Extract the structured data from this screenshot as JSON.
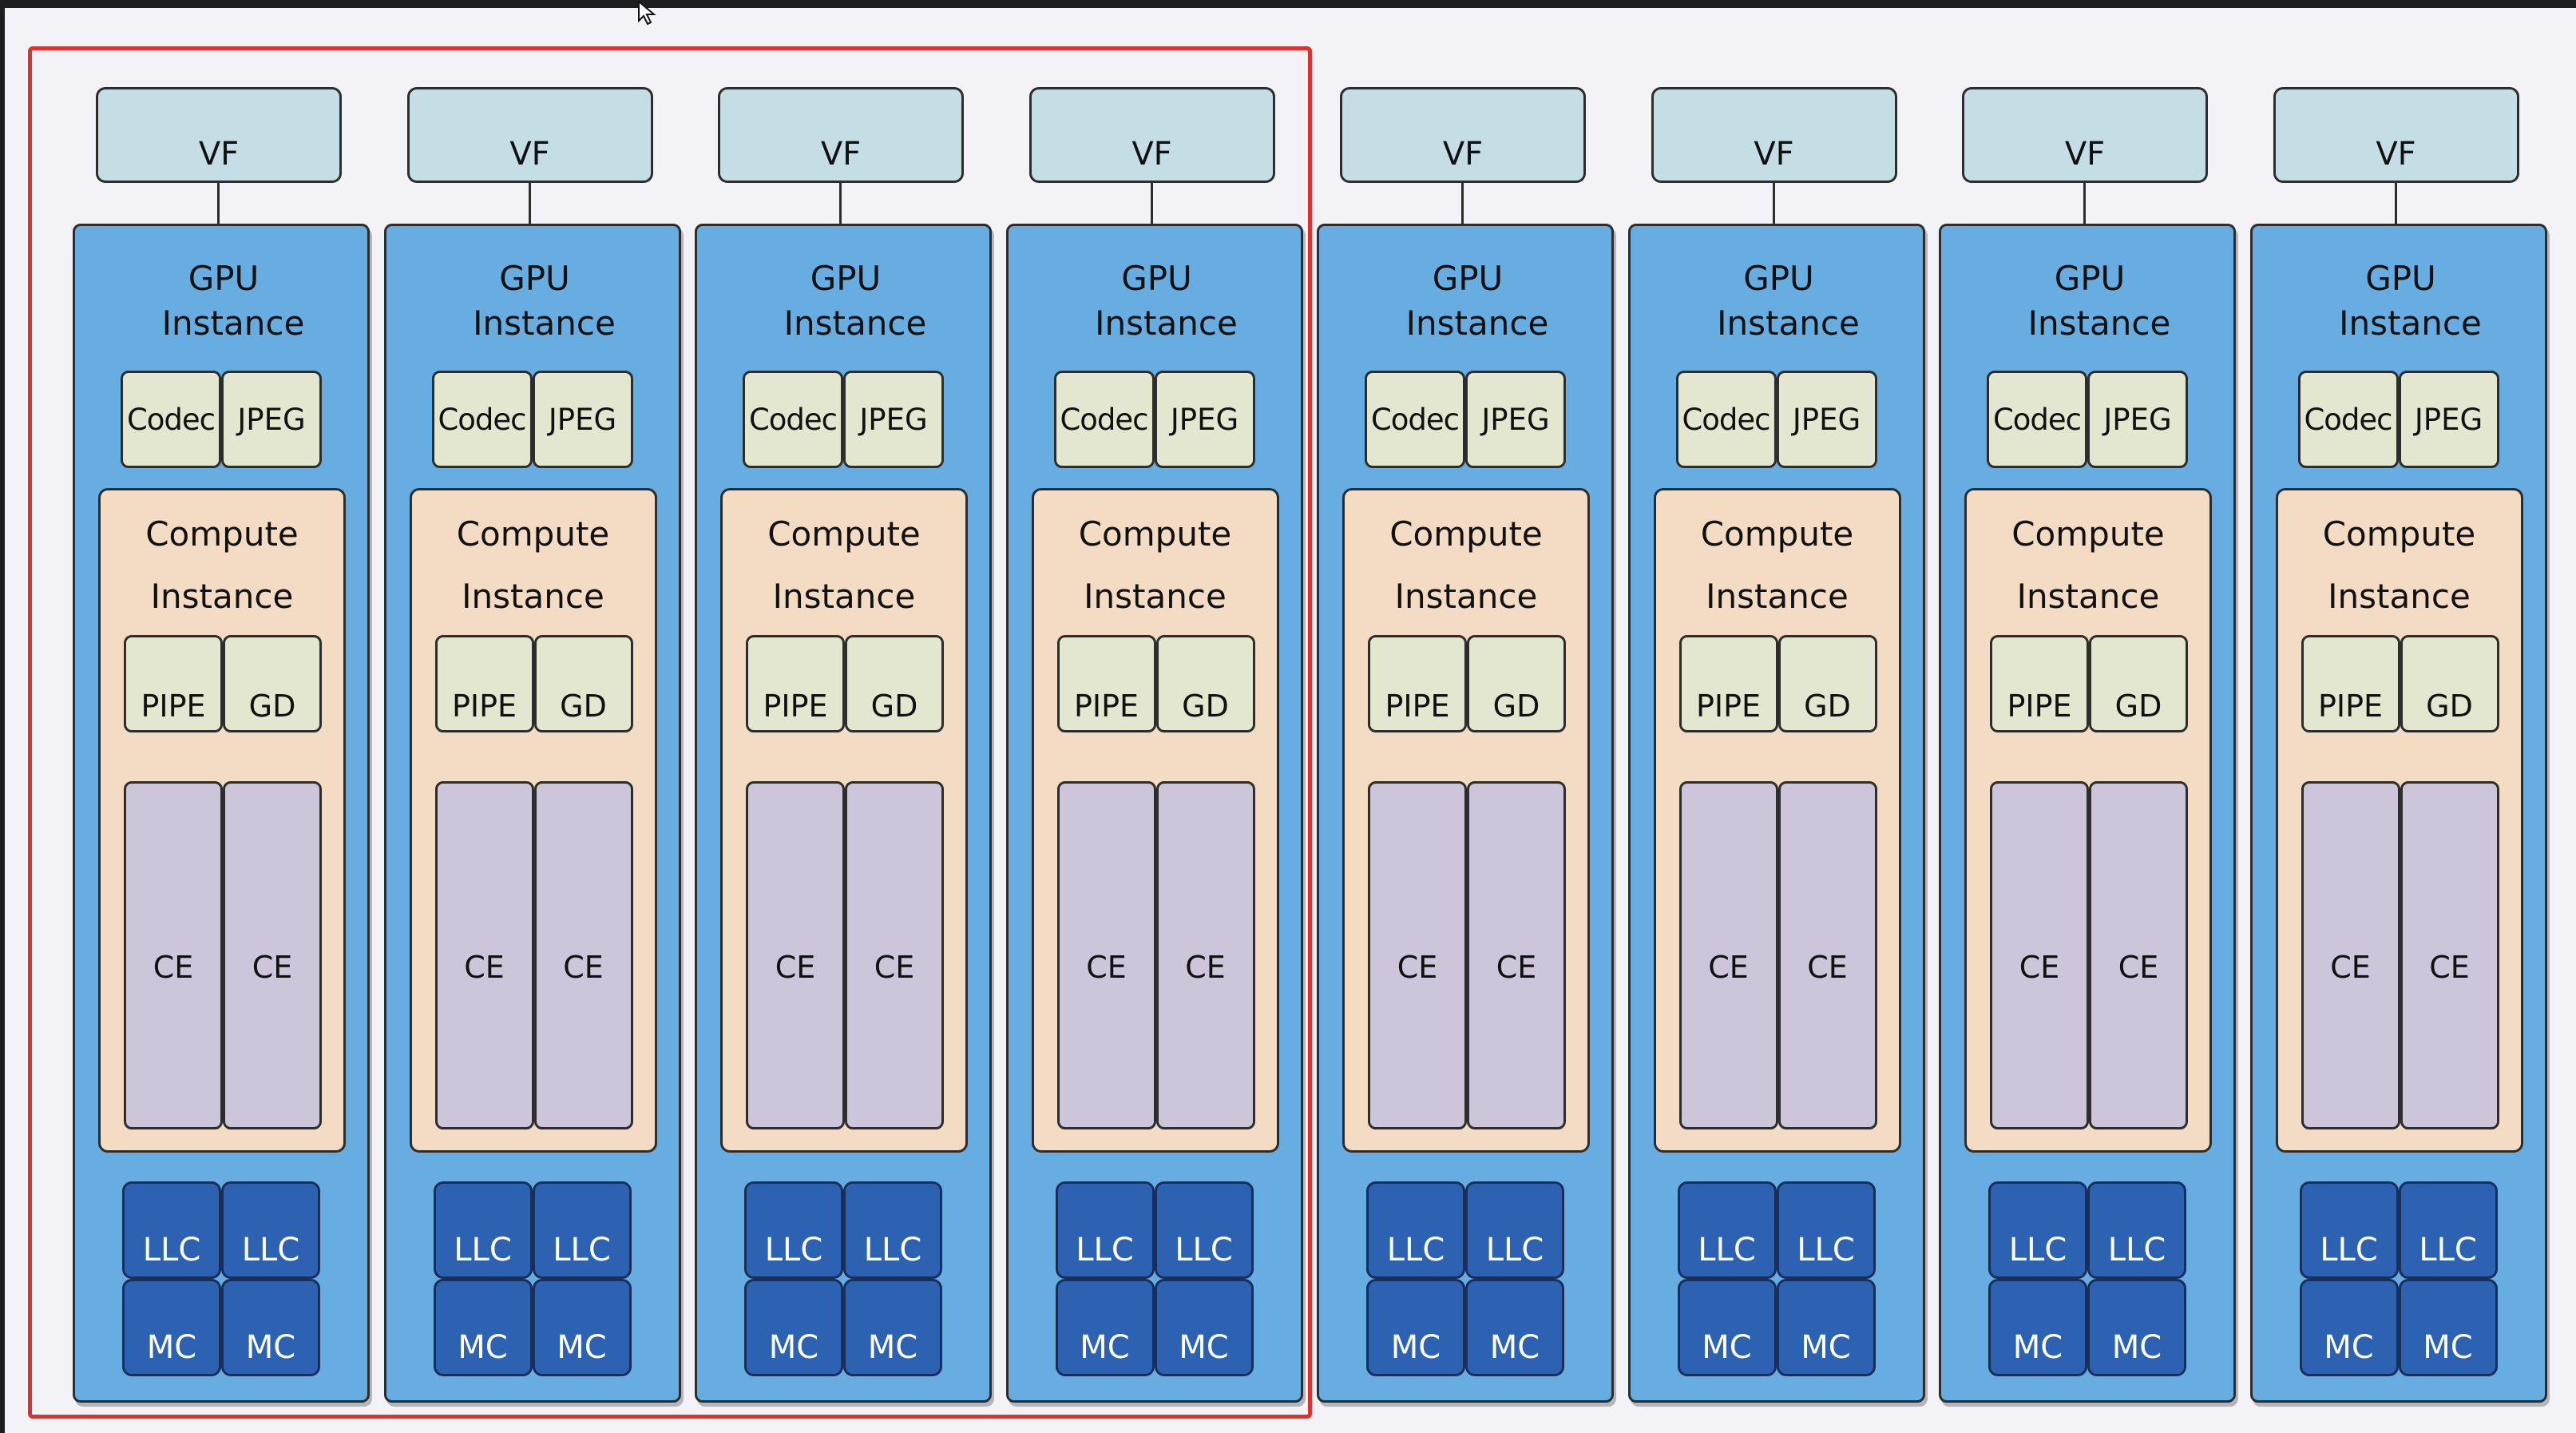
{
  "colors": {
    "highlight": "#e0302b",
    "vf_fill": "#c5dde5",
    "gpu_instance_fill": "#68ade2",
    "compute_instance_fill": "#f3dbc4",
    "engine_fill": "#e4e7cf",
    "ce_fill": "#cdc5da",
    "memory_fill": "#2d62b3"
  },
  "highlighted_partitions": 4,
  "partitions": [
    {
      "vf": "VF",
      "gpu_line1": "GPU",
      "gpu_line2": "Instance",
      "codec": "Codec",
      "jpeg": "JPEG",
      "ci_line1": "Compute",
      "ci_line2": "Instance",
      "pipe": "PIPE",
      "gd": "GD",
      "ce": [
        "CE",
        "CE"
      ],
      "llc": [
        "LLC",
        "LLC"
      ],
      "mc": [
        "MC",
        "MC"
      ]
    },
    {
      "vf": "VF",
      "gpu_line1": "GPU",
      "gpu_line2": "Instance",
      "codec": "Codec",
      "jpeg": "JPEG",
      "ci_line1": "Compute",
      "ci_line2": "Instance",
      "pipe": "PIPE",
      "gd": "GD",
      "ce": [
        "CE",
        "CE"
      ],
      "llc": [
        "LLC",
        "LLC"
      ],
      "mc": [
        "MC",
        "MC"
      ]
    },
    {
      "vf": "VF",
      "gpu_line1": "GPU",
      "gpu_line2": "Instance",
      "codec": "Codec",
      "jpeg": "JPEG",
      "ci_line1": "Compute",
      "ci_line2": "Instance",
      "pipe": "PIPE",
      "gd": "GD",
      "ce": [
        "CE",
        "CE"
      ],
      "llc": [
        "LLC",
        "LLC"
      ],
      "mc": [
        "MC",
        "MC"
      ]
    },
    {
      "vf": "VF",
      "gpu_line1": "GPU",
      "gpu_line2": "Instance",
      "codec": "Codec",
      "jpeg": "JPEG",
      "ci_line1": "Compute",
      "ci_line2": "Instance",
      "pipe": "PIPE",
      "gd": "GD",
      "ce": [
        "CE",
        "CE"
      ],
      "llc": [
        "LLC",
        "LLC"
      ],
      "mc": [
        "MC",
        "MC"
      ]
    },
    {
      "vf": "VF",
      "gpu_line1": "GPU",
      "gpu_line2": "Instance",
      "codec": "Codec",
      "jpeg": "JPEG",
      "ci_line1": "Compute",
      "ci_line2": "Instance",
      "pipe": "PIPE",
      "gd": "GD",
      "ce": [
        "CE",
        "CE"
      ],
      "llc": [
        "LLC",
        "LLC"
      ],
      "mc": [
        "MC",
        "MC"
      ]
    },
    {
      "vf": "VF",
      "gpu_line1": "GPU",
      "gpu_line2": "Instance",
      "codec": "Codec",
      "jpeg": "JPEG",
      "ci_line1": "Compute",
      "ci_line2": "Instance",
      "pipe": "PIPE",
      "gd": "GD",
      "ce": [
        "CE",
        "CE"
      ],
      "llc": [
        "LLC",
        "LLC"
      ],
      "mc": [
        "MC",
        "MC"
      ]
    },
    {
      "vf": "VF",
      "gpu_line1": "GPU",
      "gpu_line2": "Instance",
      "codec": "Codec",
      "jpeg": "JPEG",
      "ci_line1": "Compute",
      "ci_line2": "Instance",
      "pipe": "PIPE",
      "gd": "GD",
      "ce": [
        "CE",
        "CE"
      ],
      "llc": [
        "LLC",
        "LLC"
      ],
      "mc": [
        "MC",
        "MC"
      ]
    },
    {
      "vf": "VF",
      "gpu_line1": "GPU",
      "gpu_line2": "Instance",
      "codec": "Codec",
      "jpeg": "JPEG",
      "ci_line1": "Compute",
      "ci_line2": "Instance",
      "pipe": "PIPE",
      "gd": "GD",
      "ce": [
        "CE",
        "CE"
      ],
      "llc": [
        "LLC",
        "LLC"
      ],
      "mc": [
        "MC",
        "MC"
      ]
    }
  ]
}
